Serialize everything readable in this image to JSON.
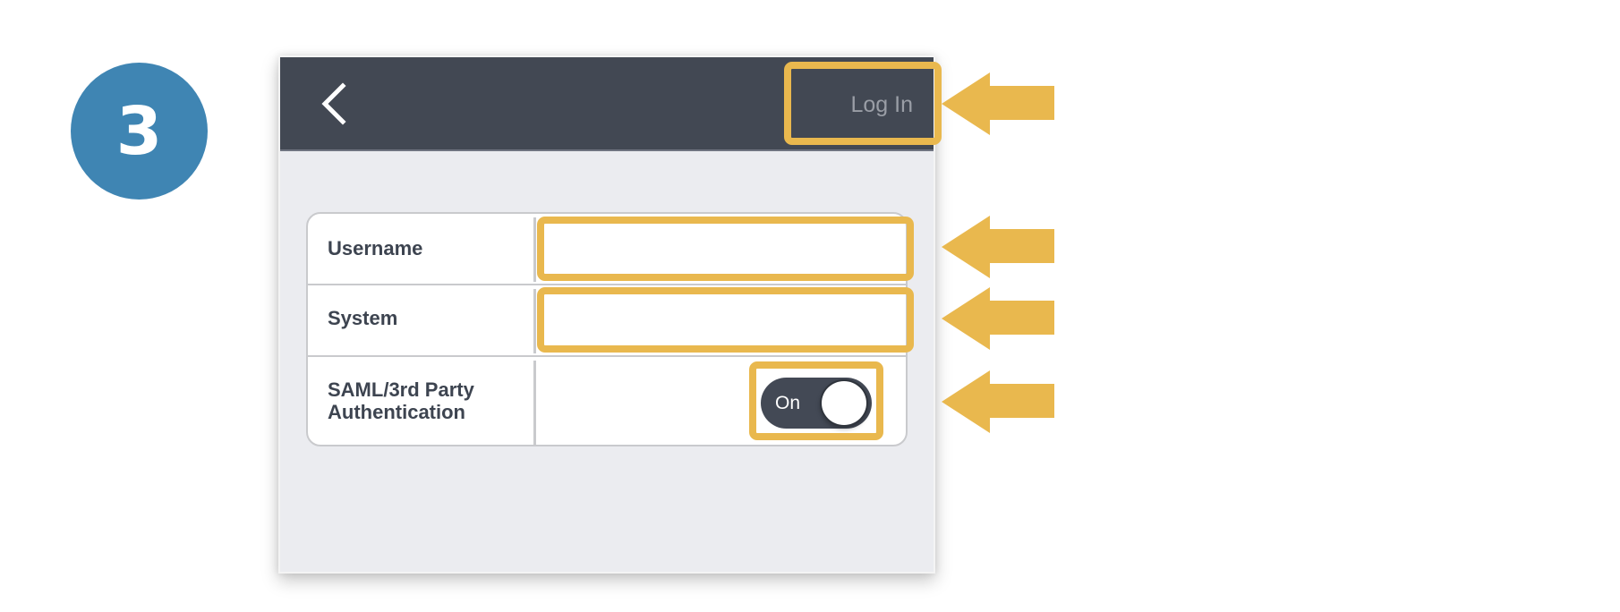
{
  "step": {
    "number": "3",
    "color": "#3f85b3"
  },
  "header": {
    "back_icon": "chevron-left-icon",
    "login_label": "Log In",
    "login_color": "#9a9ea6",
    "background": "#424853"
  },
  "form": {
    "rows": [
      {
        "label": "Username",
        "value": "",
        "placeholder": ""
      },
      {
        "label": "System",
        "value": "",
        "placeholder": ""
      },
      {
        "label_line1": "SAML/3rd Party",
        "label_line2": "Authentication"
      }
    ],
    "saml_toggle": {
      "label": "On",
      "state": "on"
    }
  },
  "annotations": {
    "highlight_color": "#e9b84e",
    "arrow_color": "#e9b84e",
    "targets": [
      "login-button",
      "username-input",
      "system-input",
      "saml-toggle"
    ]
  }
}
